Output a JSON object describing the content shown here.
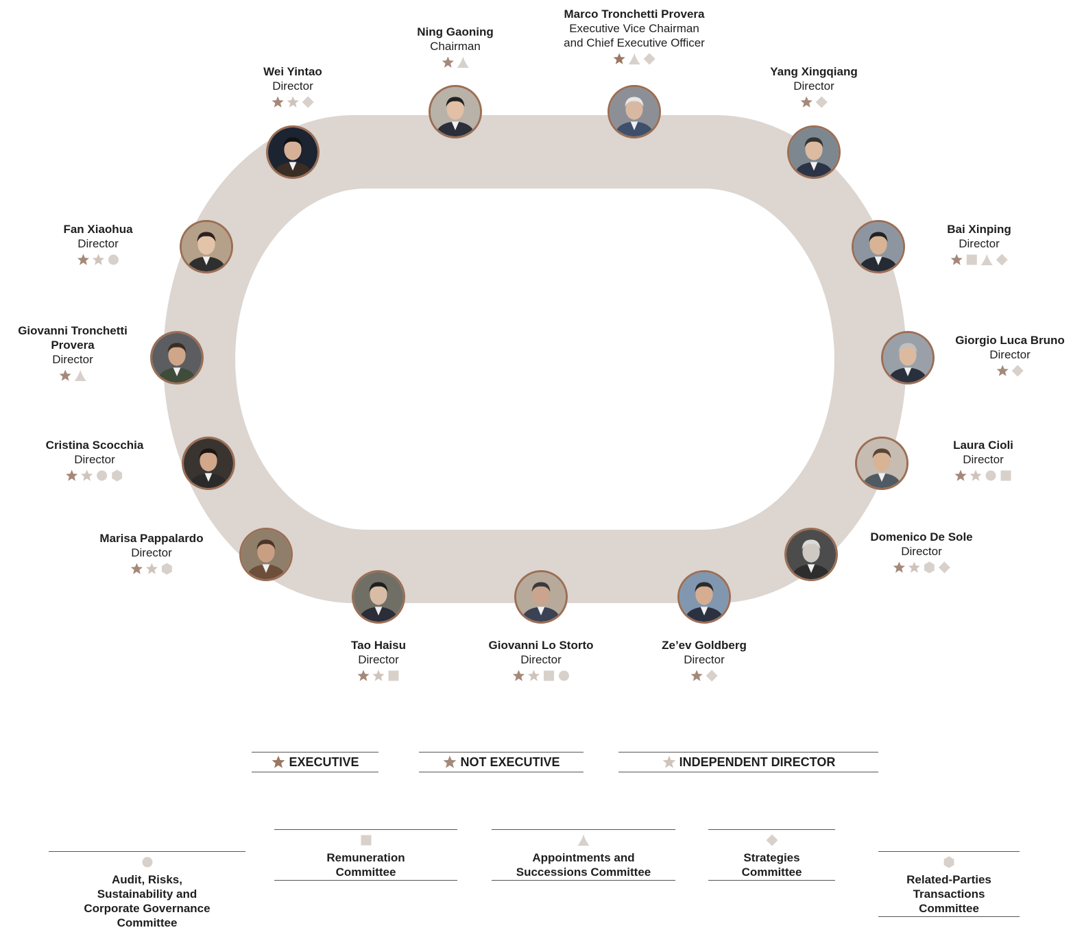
{
  "colors": {
    "track": "#dcd5d0",
    "executive_star": "#9b7762",
    "not_executive_star": "#a4897a",
    "independent_star": "#cfc4bc",
    "committee_symbol": "#d8d0ca",
    "avatar_ring": "#9b6e54"
  },
  "legend": [
    {
      "icon": "executive-star-icon",
      "label": "EXECUTIVE"
    },
    {
      "icon": "not-executive-star-icon",
      "label": "NOT EXECUTIVE"
    },
    {
      "icon": "independent-star-icon",
      "label": "INDEPENDENT DIRECTOR"
    }
  ],
  "committees": [
    {
      "id": "audit",
      "icon": "circle-icon",
      "label": "Audit, Risks, Sustainability and Corporate Governance Committee"
    },
    {
      "id": "remuneration",
      "icon": "square-icon",
      "label": "Remuneration Committee"
    },
    {
      "id": "appointments",
      "icon": "triangle-icon",
      "label": "Appointments and Successions Committee"
    },
    {
      "id": "strategies",
      "icon": "diamond-icon",
      "label": "Strategies Committee"
    },
    {
      "id": "related",
      "icon": "hexagon-icon",
      "label": "Related-Parties Transactions Committee"
    }
  ],
  "members": [
    {
      "name": "Marco Tronchetti Provera",
      "role": "Executive Vice Chairman\nand Chief Executive Officer",
      "symbols": [
        "executive",
        "triangle",
        "diamond"
      ]
    },
    {
      "name": "Ning Gaoning",
      "role": "Chairman",
      "symbols": [
        "not_executive",
        "triangle"
      ]
    },
    {
      "name": "Wei Yintao",
      "role": "Director",
      "symbols": [
        "not_executive",
        "independent",
        "diamond"
      ]
    },
    {
      "name": "Yang Xingqiang",
      "role": "Director",
      "symbols": [
        "not_executive",
        "diamond"
      ]
    },
    {
      "name": "Fan Xiaohua",
      "role": "Director",
      "symbols": [
        "not_executive",
        "independent",
        "circle"
      ]
    },
    {
      "name": "Bai Xinping",
      "role": "Director",
      "symbols": [
        "not_executive",
        "square",
        "triangle",
        "diamond"
      ]
    },
    {
      "name": "Giovanni Tronchetti\nProvera",
      "role": "Director",
      "symbols": [
        "not_executive",
        "triangle"
      ]
    },
    {
      "name": "Giorgio Luca Bruno",
      "role": "Director",
      "symbols": [
        "not_executive",
        "diamond"
      ]
    },
    {
      "name": "Cristina Scocchia",
      "role": "Director",
      "symbols": [
        "not_executive",
        "independent",
        "circle",
        "hexagon"
      ]
    },
    {
      "name": "Laura Cioli",
      "role": "Director",
      "symbols": [
        "not_executive",
        "independent",
        "circle",
        "square"
      ]
    },
    {
      "name": "Marisa Pappalardo",
      "role": "Director",
      "symbols": [
        "not_executive",
        "independent",
        "hexagon"
      ]
    },
    {
      "name": "Domenico De Sole",
      "role": "Director",
      "symbols": [
        "not_executive",
        "independent",
        "hexagon",
        "diamond"
      ]
    },
    {
      "name": "Tao Haisu",
      "role": "Director",
      "symbols": [
        "not_executive",
        "independent",
        "square"
      ]
    },
    {
      "name": "Giovanni Lo Storto",
      "role": "Director",
      "symbols": [
        "not_executive",
        "independent",
        "square",
        "circle"
      ]
    },
    {
      "name": "Ze’ev Goldberg",
      "role": "Director",
      "symbols": [
        "not_executive",
        "diamond"
      ]
    }
  ]
}
